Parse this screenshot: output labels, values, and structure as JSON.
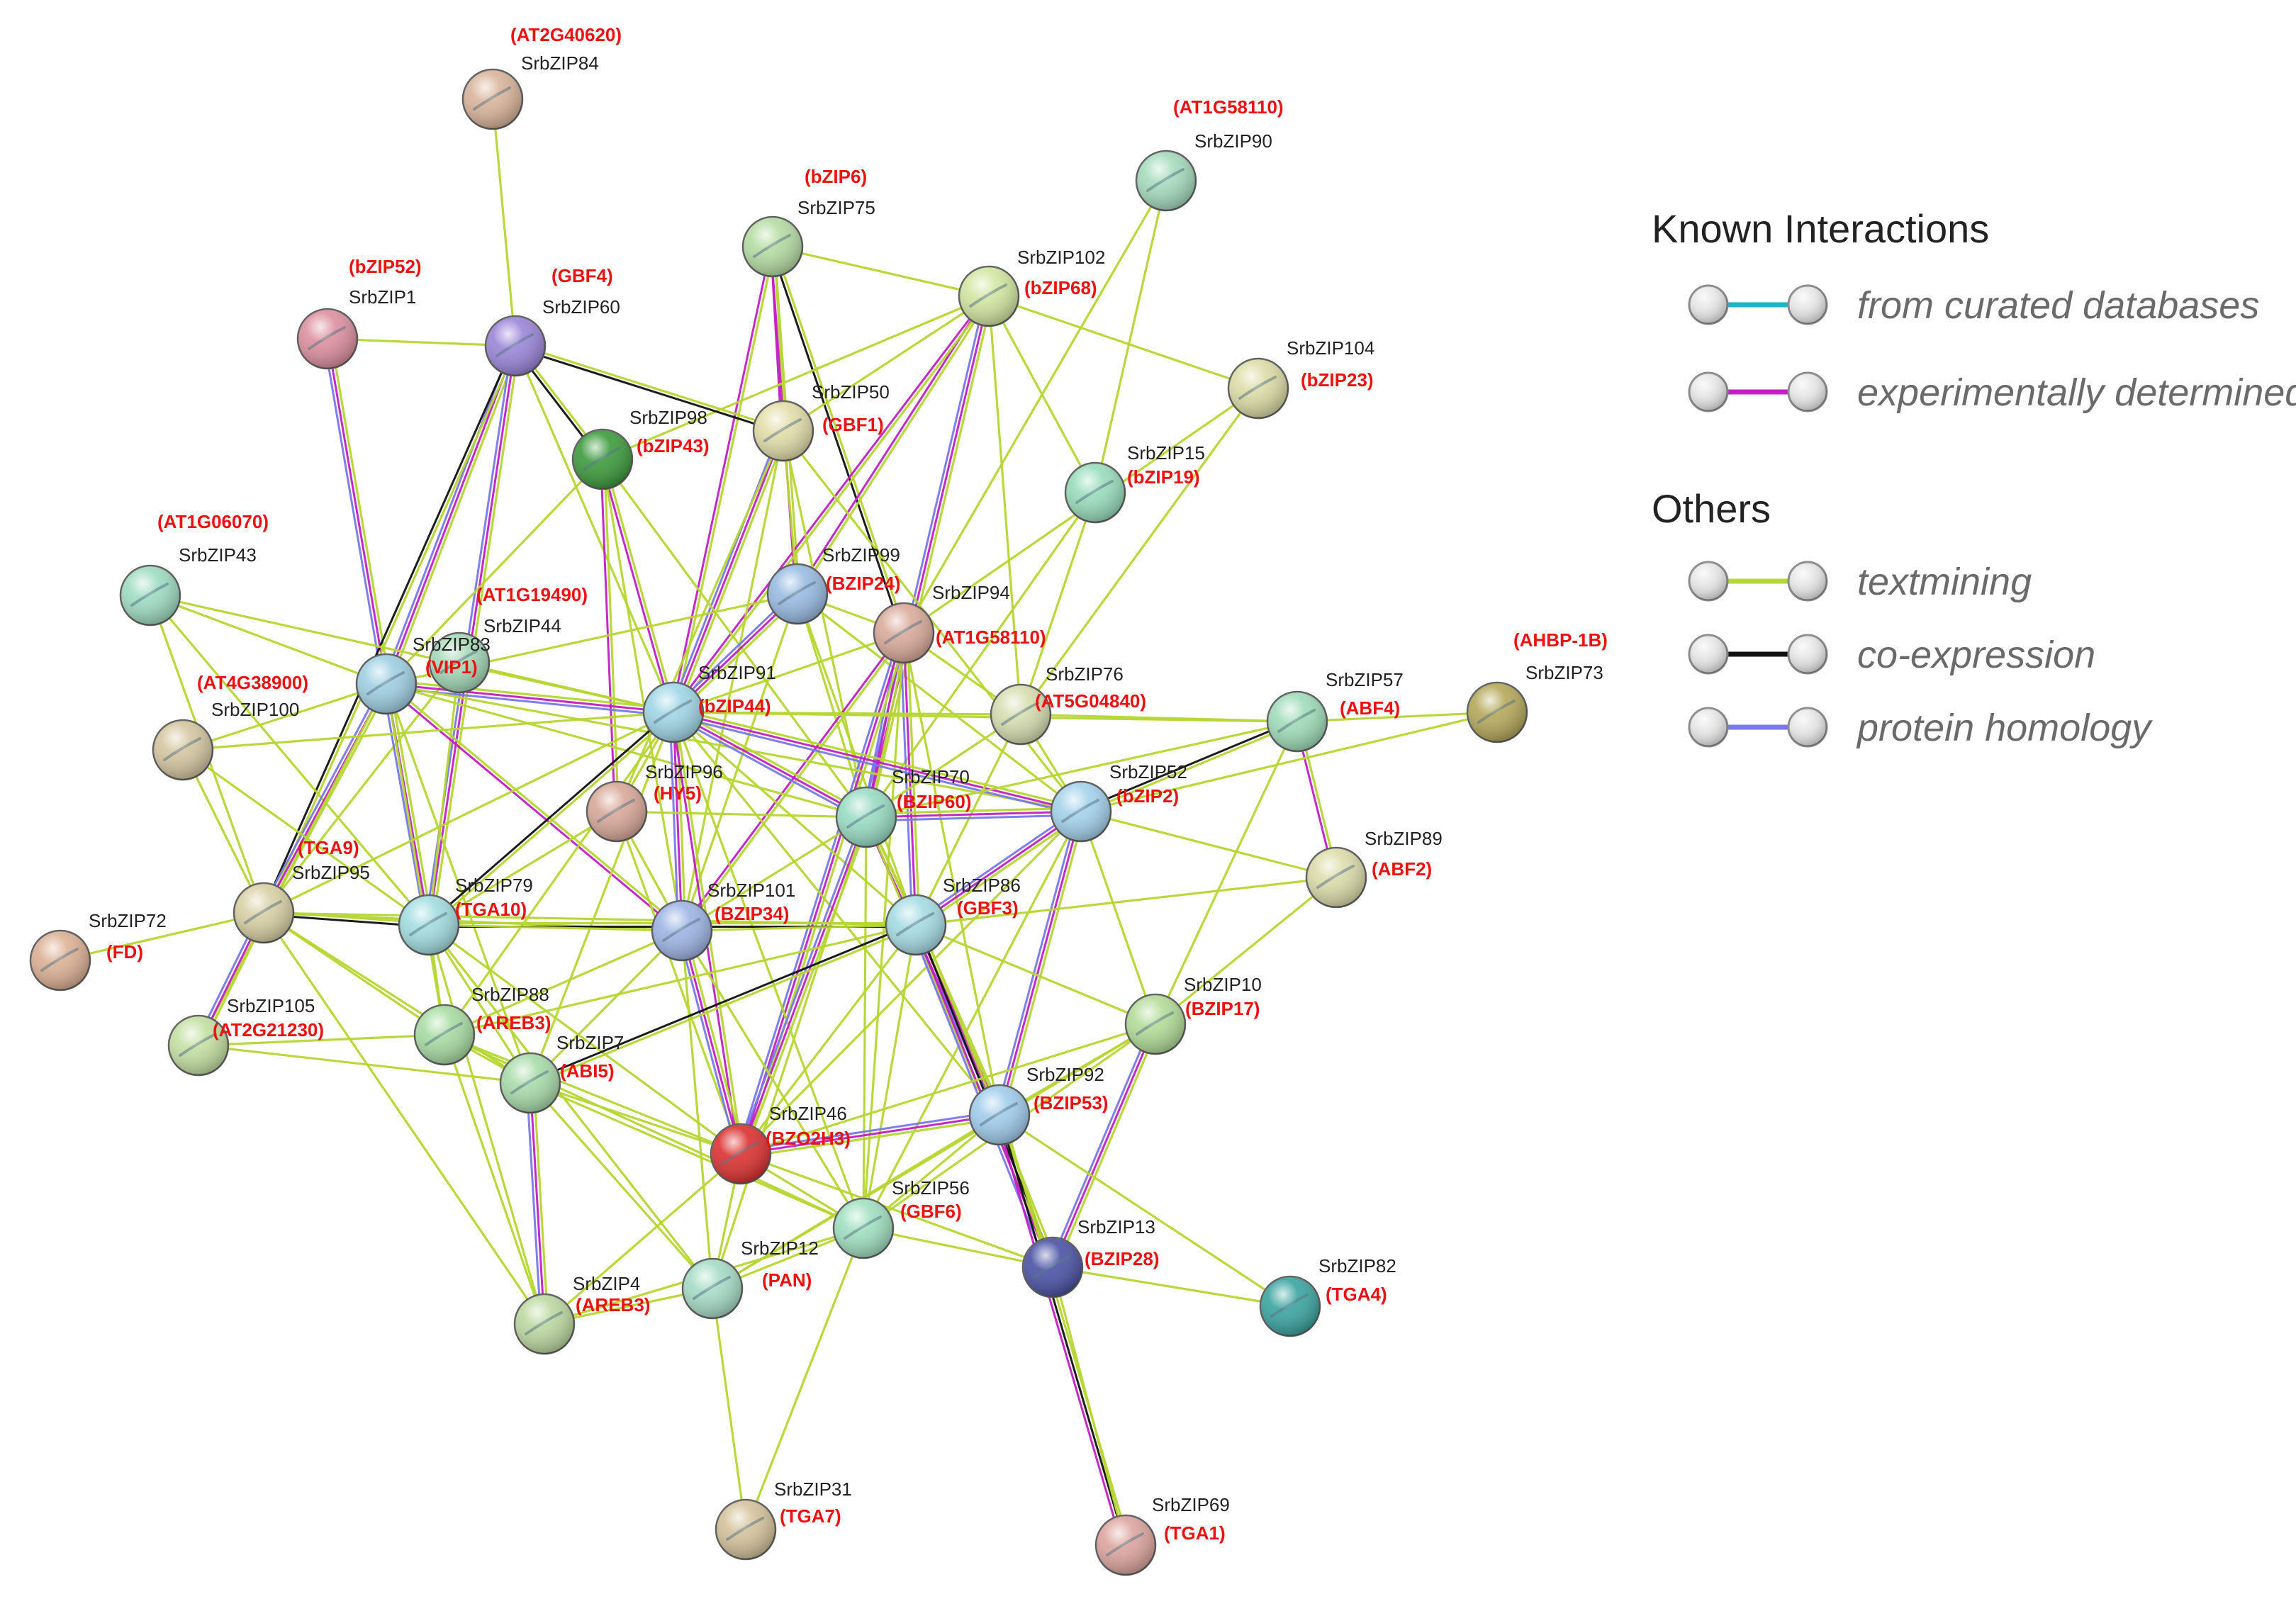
{
  "legend": {
    "known_heading": "Known Interactions",
    "others_heading": "Others",
    "items": [
      {
        "label": "from curated databases",
        "color": "#18b4c8"
      },
      {
        "label": "experimentally determined",
        "color": "#c41ec4"
      },
      {
        "label": "textmining",
        "color": "#b6d632"
      },
      {
        "label": "co-expression",
        "color": "#111111"
      },
      {
        "label": "protein homology",
        "color": "#7878ee"
      }
    ]
  },
  "nodes": [
    {
      "id": "SrbZIP84",
      "alias": "(AT2G40620)",
      "color": "#d9b49a"
    },
    {
      "id": "SrbZIP90",
      "alias": "(AT1G58110)",
      "color": "#a5dbbd"
    },
    {
      "id": "SrbZIP75",
      "alias": "(bZIP6)",
      "color": "#b5dca3"
    },
    {
      "id": "SrbZIP102",
      "alias": "(bZIP68)",
      "color": "#d2e6a0"
    },
    {
      "id": "SrbZIP1",
      "alias": "(bZIP52)",
      "color": "#dc8f9e"
    },
    {
      "id": "SrbZIP60",
      "alias": "(GBF4)",
      "color": "#9a85d8"
    },
    {
      "id": "SrbZIP104",
      "alias": "(bZIP23)",
      "color": "#dcdca6"
    },
    {
      "id": "SrbZIP50",
      "alias": "(GBF1)",
      "color": "#e3deaa"
    },
    {
      "id": "SrbZIP98",
      "alias": "(bZIP43)",
      "color": "#3c9a3c"
    },
    {
      "id": "SrbZIP15",
      "alias": "(bZIP19)",
      "color": "#98dcbc"
    },
    {
      "id": "SrbZIP43",
      "alias": "(AT1G06070)",
      "color": "#9edcc2"
    },
    {
      "id": "SrbZIP99",
      "alias": "(BZIP24)",
      "color": "#98bbe2"
    },
    {
      "id": "SrbZIP94",
      "alias": "(AT1G58110)",
      "color": "#d9aa9a"
    },
    {
      "id": "SrbZIP44",
      "alias": "(AT1G19490)",
      "color": "#a5d9b8"
    },
    {
      "id": "SrbZIP83",
      "alias": "(VIP1)",
      "color": "#9fcfe2"
    },
    {
      "id": "SrbZIP100",
      "alias": "(AT4G38900)",
      "color": "#d4c6a0"
    },
    {
      "id": "SrbZIP91",
      "alias": "(bZIP44)",
      "color": "#a0d6e6"
    },
    {
      "id": "SrbZIP76",
      "alias": "(AT5G04840)",
      "color": "#d6deb0"
    },
    {
      "id": "SrbZIP57",
      "alias": "(ABF4)",
      "color": "#9fdcb9"
    },
    {
      "id": "SrbZIP73",
      "alias": "(AHBP-1B)",
      "color": "#b5a85a"
    },
    {
      "id": "SrbZIP96",
      "alias": "(HY5)",
      "color": "#d8a898"
    },
    {
      "id": "SrbZIP70",
      "alias": "(BZIP60)",
      "color": "#98dcc4"
    },
    {
      "id": "SrbZIP52",
      "alias": "(bZIP2)",
      "color": "#a4d2ec"
    },
    {
      "id": "SrbZIP95",
      "alias": "(TGA9)",
      "color": "#d8d0a4"
    },
    {
      "id": "SrbZIP89",
      "alias": "(ABF2)",
      "color": "#dcdcaa"
    },
    {
      "id": "SrbZIP79",
      "alias": "(TGA10)",
      "color": "#a2dde0"
    },
    {
      "id": "SrbZIP101",
      "alias": "(BZIP34)",
      "color": "#9db4e4"
    },
    {
      "id": "SrbZIP86",
      "alias": "(GBF3)",
      "color": "#a6dce4"
    },
    {
      "id": "SrbZIP72",
      "alias": "(FD)",
      "color": "#dcb094"
    },
    {
      "id": "SrbZIP105",
      "alias": "(AT2G21230)",
      "color": "#c4e0a2"
    },
    {
      "id": "SrbZIP88",
      "alias": "(AREB3)",
      "color": "#a8dca2"
    },
    {
      "id": "SrbZIP10",
      "alias": "(BZIP17)",
      "color": "#b2dc98"
    },
    {
      "id": "SrbZIP7",
      "alias": "(ABI5)",
      "color": "#a8dcaa"
    },
    {
      "id": "SrbZIP92",
      "alias": "(BZIP53)",
      "color": "#a0ccec"
    },
    {
      "id": "SrbZIP46",
      "alias": "(BZO2H3)",
      "color": "#dc3030"
    },
    {
      "id": "SrbZIP56",
      "alias": "(GBF6)",
      "color": "#a0e0c0"
    },
    {
      "id": "SrbZIP13",
      "alias": "(BZIP28)",
      "color": "#4a52a4"
    },
    {
      "id": "SrbZIP12",
      "alias": "(PAN)",
      "color": "#a6dcc6"
    },
    {
      "id": "SrbZIP82",
      "alias": "(TGA4)",
      "color": "#3aa4a0"
    },
    {
      "id": "SrbZIP4",
      "alias": "(AREB3)",
      "color": "#bcd8a0"
    },
    {
      "id": "SrbZIP31",
      "alias": "(TGA7)",
      "color": "#d4c29a"
    },
    {
      "id": "SrbZIP69",
      "alias": "(TGA1)",
      "color": "#dca49e"
    }
  ],
  "edges": [
    [
      "SrbZIP84",
      "SrbZIP60",
      "t"
    ],
    [
      "SrbZIP90",
      "SrbZIP15",
      "t"
    ],
    [
      "SrbZIP90",
      "SrbZIP94",
      "t"
    ],
    [
      "SrbZIP75",
      "SrbZIP50",
      "tx"
    ],
    [
      "SrbZIP75",
      "SrbZIP102",
      "t"
    ],
    [
      "SrbZIP75",
      "SrbZIP99",
      "tx"
    ],
    [
      "SrbZIP75",
      "SrbZIP94",
      "tc"
    ],
    [
      "SrbZIP75",
      "SrbZIP91",
      "tx"
    ],
    [
      "SrbZIP102",
      "SrbZIP50",
      "t"
    ],
    [
      "SrbZIP102",
      "SrbZIP104",
      "t"
    ],
    [
      "SrbZIP102",
      "SrbZIP15",
      "t"
    ],
    [
      "SrbZIP102",
      "SrbZIP99",
      "tx"
    ],
    [
      "SrbZIP102",
      "SrbZIP91",
      "tx"
    ],
    [
      "SrbZIP102",
      "SrbZIP70",
      "txh"
    ],
    [
      "SrbZIP102",
      "SrbZIP76",
      "t"
    ],
    [
      "SrbZIP102",
      "SrbZIP98",
      "t"
    ],
    [
      "SrbZIP1",
      "SrbZIP60",
      "t"
    ],
    [
      "SrbZIP1",
      "SrbZIP83",
      "txh"
    ],
    [
      "SrbZIP60",
      "SrbZIP98",
      "tc"
    ],
    [
      "SrbZIP60",
      "SrbZIP50",
      "tc"
    ],
    [
      "SrbZIP60",
      "SrbZIP83",
      "txh"
    ],
    [
      "SrbZIP60",
      "SrbZIP79",
      "txh"
    ],
    [
      "SrbZIP60",
      "SrbZIP91",
      "t"
    ],
    [
      "SrbZIP60",
      "SrbZIP95",
      "tc"
    ],
    [
      "SrbZIP104",
      "SrbZIP94",
      "t"
    ],
    [
      "SrbZIP104",
      "SrbZIP76",
      "t"
    ],
    [
      "SrbZIP50",
      "SrbZIP99",
      "t"
    ],
    [
      "SrbZIP50",
      "SrbZIP91",
      "txh"
    ],
    [
      "SrbZIP50",
      "SrbZIP70",
      "t"
    ],
    [
      "SrbZIP50",
      "SrbZIP96",
      "t"
    ],
    [
      "SrbZIP50",
      "SrbZIP52",
      "t"
    ],
    [
      "SrbZIP50",
      "SrbZIP101",
      "t"
    ],
    [
      "SrbZIP98",
      "SrbZIP96",
      "tx"
    ],
    [
      "SrbZIP98",
      "SrbZIP91",
      "tx"
    ],
    [
      "SrbZIP98",
      "SrbZIP83",
      "t"
    ],
    [
      "SrbZIP98",
      "SrbZIP101",
      "t"
    ],
    [
      "SrbZIP98",
      "SrbZIP70",
      "t"
    ],
    [
      "SrbZIP15",
      "SrbZIP70",
      "t"
    ],
    [
      "SrbZIP15",
      "SrbZIP76",
      "t"
    ],
    [
      "SrbZIP43",
      "SrbZIP83",
      "t"
    ],
    [
      "SrbZIP43",
      "SrbZIP91",
      "t"
    ],
    [
      "SrbZIP43",
      "SrbZIP95",
      "t"
    ],
    [
      "SrbZIP43",
      "SrbZIP79",
      "t"
    ],
    [
      "SrbZIP99",
      "SrbZIP91",
      "txh"
    ],
    [
      "SrbZIP99",
      "SrbZIP70",
      "t"
    ],
    [
      "SrbZIP99",
      "SrbZIP83",
      "t"
    ],
    [
      "SrbZIP99",
      "SrbZIP94",
      "t"
    ],
    [
      "SrbZIP99",
      "SrbZIP52",
      "t"
    ],
    [
      "SrbZIP99",
      "SrbZIP86",
      "t"
    ],
    [
      "SrbZIP99",
      "SrbZIP101",
      "t"
    ],
    [
      "SrbZIP94",
      "SrbZIP70",
      "txh"
    ],
    [
      "SrbZIP94",
      "SrbZIP86",
      "txh"
    ],
    [
      "SrbZIP94",
      "SrbZIP46",
      "txh"
    ],
    [
      "SrbZIP94",
      "SrbZIP92",
      "t"
    ],
    [
      "SrbZIP94",
      "SrbZIP76",
      "t"
    ],
    [
      "SrbZIP94",
      "SrbZIP56",
      "t"
    ],
    [
      "SrbZIP94",
      "SrbZIP101",
      "tx"
    ],
    [
      "SrbZIP94",
      "SrbZIP91",
      "t"
    ],
    [
      "SrbZIP44",
      "SrbZIP91",
      "t"
    ],
    [
      "SrbZIP44",
      "SrbZIP79",
      "t"
    ],
    [
      "SrbZIP44",
      "SrbZIP95",
      "t"
    ],
    [
      "SrbZIP83",
      "SrbZIP100",
      "t"
    ],
    [
      "SrbZIP83",
      "SrbZIP91",
      "txh"
    ],
    [
      "SrbZIP83",
      "SrbZIP95",
      "txh"
    ],
    [
      "SrbZIP83",
      "SrbZIP79",
      "txh"
    ],
    [
      "SrbZIP83",
      "SrbZIP101",
      "tx"
    ],
    [
      "SrbZIP83",
      "SrbZIP52",
      "t"
    ],
    [
      "SrbZIP83",
      "SrbZIP70",
      "t"
    ],
    [
      "SrbZIP83",
      "SrbZIP88",
      "t"
    ],
    [
      "SrbZIP83",
      "SrbZIP7",
      "t"
    ],
    [
      "SrbZIP83",
      "SrbZIP105",
      "t"
    ],
    [
      "SrbZIP100",
      "SrbZIP91",
      "t"
    ],
    [
      "SrbZIP100",
      "SrbZIP95",
      "t"
    ],
    [
      "SrbZIP100",
      "SrbZIP79",
      "t"
    ],
    [
      "SrbZIP91",
      "SrbZIP70",
      "txh"
    ],
    [
      "SrbZIP91",
      "SrbZIP52",
      "txh"
    ],
    [
      "SrbZIP91",
      "SrbZIP86",
      "t"
    ],
    [
      "SrbZIP91",
      "SrbZIP101",
      "txh"
    ],
    [
      "SrbZIP91",
      "SrbZIP79",
      "tc"
    ],
    [
      "SrbZIP91",
      "SrbZIP95",
      "t"
    ],
    [
      "SrbZIP91",
      "SrbZIP96",
      "t"
    ],
    [
      "SrbZIP91",
      "SrbZIP46",
      "tx"
    ],
    [
      "SrbZIP91",
      "SrbZIP92",
      "t"
    ],
    [
      "SrbZIP91",
      "SrbZIP88",
      "t"
    ],
    [
      "SrbZIP91",
      "SrbZIP7",
      "t"
    ],
    [
      "SrbZIP91",
      "SrbZIP76",
      "t"
    ],
    [
      "SrbZIP91",
      "SrbZIP57",
      "t"
    ],
    [
      "SrbZIP91",
      "SrbZIP56",
      "t"
    ],
    [
      "SrbZIP76",
      "SrbZIP57",
      "t"
    ],
    [
      "SrbZIP76",
      "SrbZIP70",
      "t"
    ],
    [
      "SrbZIP76",
      "SrbZIP52",
      "t"
    ],
    [
      "SrbZIP76",
      "SrbZIP86",
      "t"
    ],
    [
      "SrbZIP57",
      "SrbZIP73",
      "t"
    ],
    [
      "SrbZIP57",
      "SrbZIP89",
      "tx"
    ],
    [
      "SrbZIP57",
      "SrbZIP52",
      "tc"
    ],
    [
      "SrbZIP57",
      "SrbZIP70",
      "t"
    ],
    [
      "SrbZIP57",
      "SrbZIP10",
      "t"
    ],
    [
      "SrbZIP73",
      "SrbZIP52",
      "t"
    ],
    [
      "SrbZIP96",
      "SrbZIP70",
      "t"
    ],
    [
      "SrbZIP96",
      "SrbZIP101",
      "t"
    ],
    [
      "SrbZIP96",
      "SrbZIP46",
      "t"
    ],
    [
      "SrbZIP96",
      "SrbZIP79",
      "t"
    ],
    [
      "SrbZIP70",
      "SrbZIP52",
      "txh"
    ],
    [
      "SrbZIP70",
      "SrbZIP86",
      "tx"
    ],
    [
      "SrbZIP70",
      "SrbZIP46",
      "txh"
    ],
    [
      "SrbZIP70",
      "SrbZIP92",
      "tx"
    ],
    [
      "SrbZIP70",
      "SrbZIP56",
      "t"
    ],
    [
      "SrbZIP70",
      "SrbZIP101",
      "t"
    ],
    [
      "SrbZIP70",
      "SrbZIP13",
      "t"
    ],
    [
      "SrbZIP70",
      "SrbZIP12",
      "t"
    ],
    [
      "SrbZIP52",
      "SrbZIP86",
      "txh"
    ],
    [
      "SrbZIP52",
      "SrbZIP92",
      "txh"
    ],
    [
      "SrbZIP52",
      "SrbZIP46",
      "t"
    ],
    [
      "SrbZIP52",
      "SrbZIP10",
      "t"
    ],
    [
      "SrbZIP52",
      "SrbZIP89",
      "t"
    ],
    [
      "SrbZIP52",
      "SrbZIP56",
      "t"
    ],
    [
      "SrbZIP95",
      "SrbZIP72",
      "t"
    ],
    [
      "SrbZIP95",
      "SrbZIP105",
      "txh"
    ],
    [
      "SrbZIP95",
      "SrbZIP79",
      "tc"
    ],
    [
      "SrbZIP95",
      "SrbZIP88",
      "t"
    ],
    [
      "SrbZIP95",
      "SrbZIP7",
      "t"
    ],
    [
      "SrbZIP95",
      "SrbZIP4",
      "t"
    ],
    [
      "SrbZIP95",
      "SrbZIP101",
      "t"
    ],
    [
      "SrbZIP95",
      "SrbZIP86",
      "t"
    ],
    [
      "SrbZIP89",
      "SrbZIP10",
      "t"
    ],
    [
      "SrbZIP89",
      "SrbZIP86",
      "t"
    ],
    [
      "SrbZIP79",
      "SrbZIP86",
      "tc"
    ],
    [
      "SrbZIP79",
      "SrbZIP88",
      "t"
    ],
    [
      "SrbZIP79",
      "SrbZIP7",
      "t"
    ],
    [
      "SrbZIP79",
      "SrbZIP4",
      "t"
    ],
    [
      "SrbZIP79",
      "SrbZIP12",
      "t"
    ],
    [
      "SrbZIP79",
      "SrbZIP101",
      "t"
    ],
    [
      "SrbZIP79",
      "SrbZIP46",
      "t"
    ],
    [
      "SrbZIP101",
      "SrbZIP86",
      "t"
    ],
    [
      "SrbZIP101",
      "SrbZIP46",
      "txh"
    ],
    [
      "SrbZIP101",
      "SrbZIP56",
      "t"
    ],
    [
      "SrbZIP101",
      "SrbZIP88",
      "t"
    ],
    [
      "SrbZIP101",
      "SrbZIP7",
      "t"
    ],
    [
      "SrbZIP101",
      "SrbZIP12",
      "t"
    ],
    [
      "SrbZIP86",
      "SrbZIP92",
      "txh"
    ],
    [
      "SrbZIP86",
      "SrbZIP13",
      "tcxh"
    ],
    [
      "SrbZIP86",
      "SrbZIP10",
      "t"
    ],
    [
      "SrbZIP86",
      "SrbZIP56",
      "t"
    ],
    [
      "SrbZIP86",
      "SrbZIP46",
      "t"
    ],
    [
      "SrbZIP86",
      "SrbZIP7",
      "tc"
    ],
    [
      "SrbZIP86",
      "SrbZIP88",
      "t"
    ],
    [
      "SrbZIP105",
      "SrbZIP7",
      "t"
    ],
    [
      "SrbZIP105",
      "SrbZIP88",
      "t"
    ],
    [
      "SrbZIP88",
      "SrbZIP7",
      "t"
    ],
    [
      "SrbZIP88",
      "SrbZIP4",
      "t"
    ],
    [
      "SrbZIP88",
      "SrbZIP46",
      "t"
    ],
    [
      "SrbZIP88",
      "SrbZIP56",
      "t"
    ],
    [
      "SrbZIP10",
      "SrbZIP92",
      "t"
    ],
    [
      "SrbZIP10",
      "SrbZIP13",
      "txh"
    ],
    [
      "SrbZIP10",
      "SrbZIP56",
      "t"
    ],
    [
      "SrbZIP10",
      "SrbZIP46",
      "t"
    ],
    [
      "SrbZIP10",
      "SrbZIP12",
      "t"
    ],
    [
      "SrbZIP7",
      "SrbZIP4",
      "txh"
    ],
    [
      "SrbZIP7",
      "SrbZIP46",
      "t"
    ],
    [
      "SrbZIP7",
      "SrbZIP56",
      "t"
    ],
    [
      "SrbZIP7",
      "SrbZIP12",
      "t"
    ],
    [
      "SrbZIP92",
      "SrbZIP46",
      "txh"
    ],
    [
      "SrbZIP92",
      "SrbZIP56",
      "t"
    ],
    [
      "SrbZIP92",
      "SrbZIP13",
      "t"
    ],
    [
      "SrbZIP92",
      "SrbZIP69",
      "tcx"
    ],
    [
      "SrbZIP92",
      "SrbZIP82",
      "t"
    ],
    [
      "SrbZIP92",
      "SrbZIP12",
      "t"
    ],
    [
      "SrbZIP46",
      "SrbZIP56",
      "t"
    ],
    [
      "SrbZIP46",
      "SrbZIP12",
      "t"
    ],
    [
      "SrbZIP46",
      "SrbZIP4",
      "t"
    ],
    [
      "SrbZIP46",
      "SrbZIP13",
      "t"
    ],
    [
      "SrbZIP56",
      "SrbZIP13",
      "t"
    ],
    [
      "SrbZIP56",
      "SrbZIP12",
      "t"
    ],
    [
      "SrbZIP56",
      "SrbZIP4",
      "t"
    ],
    [
      "SrbZIP12",
      "SrbZIP31",
      "t"
    ],
    [
      "SrbZIP12",
      "SrbZIP4",
      "t"
    ],
    [
      "SrbZIP13",
      "SrbZIP69",
      "t"
    ],
    [
      "SrbZIP13",
      "SrbZIP82",
      "t"
    ],
    [
      "SrbZIP31",
      "SrbZIP56",
      "t"
    ]
  ]
}
